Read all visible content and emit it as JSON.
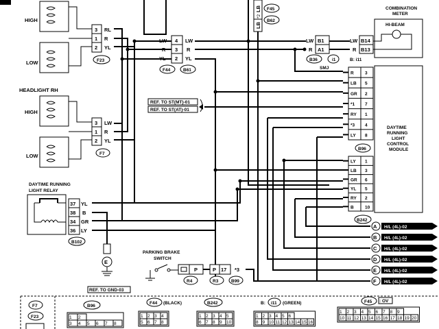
{
  "components": {
    "headlight_lh": {
      "high": "HIGH",
      "low": "LOW",
      "connector": "F23"
    },
    "headlight_rh": {
      "title": "HEADLIGHT RH",
      "high": "HIGH",
      "low": "LOW",
      "connector": "F7"
    },
    "drl_relay": {
      "title_line1": "DAYTIME RUNNING",
      "title_line2": "LIGHT RELAY",
      "connector": "B102",
      "ground": "E",
      "ref": "REF. TO GND-03"
    },
    "combination_meter": {
      "title_line1": "COMBINATION",
      "title_line2": "METER",
      "hibeam": "HI-BEAM",
      "connector": "B: i11"
    },
    "drl_module": {
      "line1": "DAYTIME",
      "line2": "RUNNING",
      "line3": "LIGHT",
      "line4": "CONTROL",
      "line5": "MODULE",
      "connector1": "B96",
      "connector2": "B242"
    },
    "parking_brake": {
      "line1": "PARKING BRAKE",
      "line2": "SWITCH",
      "conn1": "R4",
      "conn2": "R3",
      "conn3": "B99"
    },
    "smj": {
      "label": "SMJ",
      "conn_a": "B36",
      "conn_b": "i1"
    },
    "f44_b61": {
      "conn_a": "F44",
      "conn_b": "B61"
    },
    "f45_b62": {
      "conn_a": "F45",
      "conn_b": "B62"
    }
  },
  "pins_lh": [
    {
      "num": "3",
      "wire": "RL"
    },
    {
      "num": "1",
      "wire": "R"
    },
    {
      "num": "2",
      "wire": "YL"
    }
  ],
  "pins_rh": [
    {
      "num": "3",
      "wire": "LW"
    },
    {
      "num": "1",
      "wire": "R"
    },
    {
      "num": "2",
      "wire": "YL"
    }
  ],
  "pins_relay": [
    {
      "num": "37",
      "wire": "YL"
    },
    {
      "num": "38",
      "wire": "B"
    },
    {
      "num": "34",
      "wire": "GR"
    },
    {
      "num": "36",
      "wire": "LY"
    }
  ],
  "pins_f44": [
    {
      "wire_l": "LW",
      "num": "4",
      "wire_r": "LW"
    },
    {
      "wire_l": "R",
      "num": "3",
      "wire_r": "R"
    },
    {
      "wire_l": "YL",
      "num": "2",
      "wire_r": "YL"
    }
  ],
  "pins_smj": [
    {
      "wire_l": "LW",
      "num": "B1",
      "wire_r": "LW",
      "num_r": "B14"
    },
    {
      "wire_l": "R",
      "num": "A1",
      "wire_r": "R",
      "num_r": "B13"
    }
  ],
  "pins_f45": {
    "wire_a": "LB",
    "num_a": "*2",
    "wire_b": "LB"
  },
  "pins_b96": [
    {
      "wire": "R",
      "num": "3"
    },
    {
      "wire": "LB",
      "num": "5"
    },
    {
      "wire": "GR",
      "num": "2"
    },
    {
      "wire": "*1",
      "num": "7"
    },
    {
      "wire": "RY",
      "num": "1"
    },
    {
      "wire": "*3",
      "num": "4"
    },
    {
      "wire": "LY",
      "num": "8"
    }
  ],
  "pins_b242": [
    {
      "wire": "LY",
      "num": "1"
    },
    {
      "wire": "LB",
      "num": "3"
    },
    {
      "wire": "GR",
      "num": "6"
    },
    {
      "wire": "YL",
      "num": "5"
    },
    {
      "wire": "RY",
      "num": "2"
    },
    {
      "wire": "B",
      "num": "10"
    }
  ],
  "pins_pb": [
    {
      "num": "P"
    },
    {
      "num": "P"
    },
    {
      "num": "17",
      "wire": "*3"
    }
  ],
  "refs": {
    "st_mt": "REF. TO ST(MT)-01",
    "st_at": "REF. TO ST(AT)-01"
  },
  "outputs": [
    {
      "letter": "A",
      "ref": "H/L (4L)-02"
    },
    {
      "letter": "B",
      "ref": "H/L (4L)-02"
    },
    {
      "letter": "C",
      "ref": "H/L (4L)-02"
    },
    {
      "letter": "D",
      "ref": "H/L (4L)-02"
    },
    {
      "letter": "E",
      "ref": "H/L (4L)-02"
    },
    {
      "letter": "F",
      "ref": "H/L (4L)-02"
    }
  ],
  "legend": {
    "f7": "F7",
    "f23": "F23",
    "b96": "B96",
    "f44": "F44",
    "f44_note": "(BLACK)",
    "b242": "B242",
    "i11_prefix": "B:",
    "i11": "i11",
    "i11_note": "(GREEN)",
    "f45": "F45",
    "f45_note": ": OV",
    "b96_row1": [
      "1",
      "2"
    ],
    "b96_row2": [
      "3",
      "4",
      "5",
      "6",
      "7",
      "8"
    ],
    "f44_row1": [
      "1",
      "2",
      "3",
      "4"
    ],
    "f44_row2": [
      "5",
      "6",
      "7",
      "8"
    ],
    "b242_row1": [
      "1",
      "2",
      "3",
      "4",
      "5"
    ],
    "b242_row2": [
      "6",
      "7",
      "8",
      "9",
      "10"
    ],
    "i11_row1": [
      "1",
      "2",
      "3",
      "4",
      "5",
      "6"
    ],
    "i11_row2": [
      "8",
      "9",
      "10",
      "11",
      "12",
      "13",
      "14",
      "15",
      "16"
    ],
    "f45_row1": [
      "1",
      "2",
      "3",
      "4",
      "5",
      "6",
      "7",
      "8",
      "9"
    ],
    "f45_row2": [
      "10",
      "11",
      "12",
      "13",
      "14",
      "15",
      "16",
      "17",
      "18",
      "19",
      "20"
    ]
  }
}
